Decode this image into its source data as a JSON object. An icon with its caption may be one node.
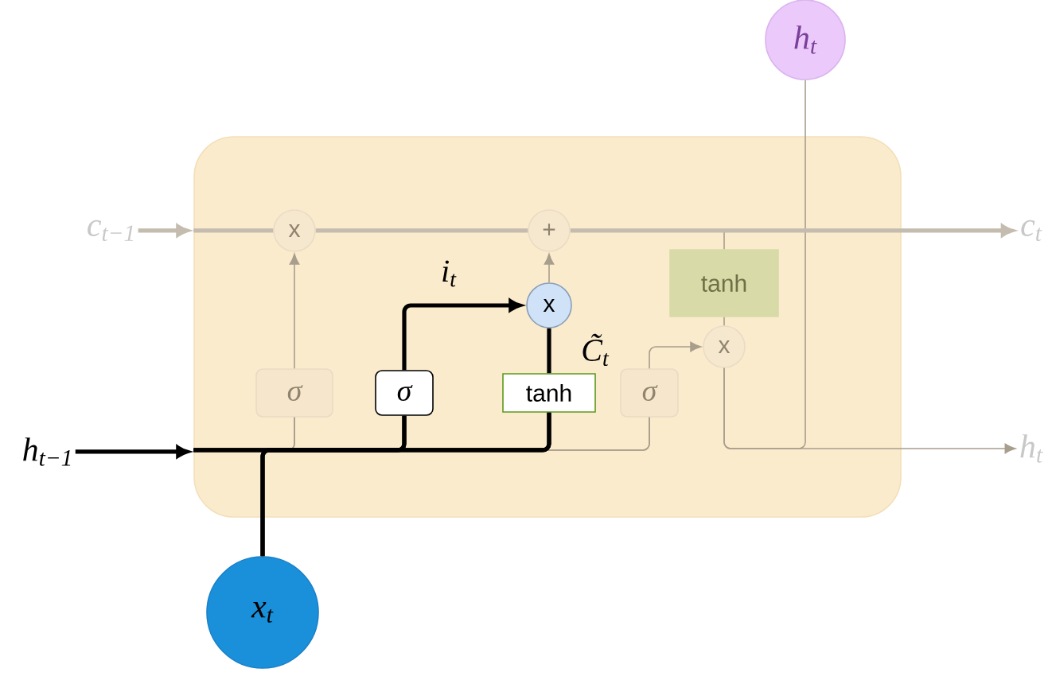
{
  "diagram": {
    "nodes": [
      {
        "text": [],
        "shape": "box"
      },
      {
        "text": [
          "c$_{t−1}$"
        ]
      },
      {
        "text": [
          "x"
        ],
        "in": 0
      },
      {
        "text": [
          "+"
        ],
        "in": 0
      },
      {
        "text": [
          "c$_{t}$"
        ]
      },
      {
        "text": [
          "h$_{t}$"
        ]
      },
      {
        "text": [
          "σ"
        ],
        "in": 0
      },
      {
        "text": [
          "σ"
        ],
        "in": 0
      },
      {
        "text": [
          "tanh"
        ],
        "in": 0
      },
      {
        "text": [
          "x"
        ],
        "in": 0
      },
      {
        "text": [
          "σ"
        ],
        "in": 0
      },
      {
        "text": [
          "tanh"
        ],
        "in": 0
      },
      {
        "text": [
          "x"
        ],
        "in": 0
      },
      {
        "text": [
          "h$_{t}$"
        ]
      },
      {
        "text": [
          "h$_{t−1}$"
        ]
      },
      {
        "text": [
          "x$_{t}$"
        ]
      }
    ],
    "edges": [
      {
        "from": 1,
        "to": 0,
        "arrow": "to",
        "style": "thick",
        "color": "#c4bcae"
      },
      {
        "from": 0,
        "to": 2,
        "arrow": "none",
        "style": "thick",
        "color": "#c4bcae"
      },
      {
        "from": 2,
        "to": 3,
        "arrow": "none",
        "style": "thick",
        "color": "#c4bcae"
      },
      {
        "from": 3,
        "to": 4,
        "arrow": "to",
        "style": "thick",
        "color": "#c4bcae"
      },
      {
        "from": 6,
        "to": 2,
        "arrow": "to"
      },
      {
        "from": 9,
        "to": 3,
        "arrow": "to"
      },
      {
        "from": 7,
        "to": 9,
        "arrow": "to",
        "style": "thick",
        "color": "#000000",
        "label": "i$_{t}$"
      },
      {
        "from": 8,
        "to": 9,
        "arrow": "none",
        "style": "thick",
        "color": "#000000",
        "label": "C̃$_{t}$"
      },
      {
        "from": 14,
        "to": 0,
        "arrow": "to",
        "style": "thick",
        "color": "#000000"
      },
      {
        "from": 0,
        "to": 6,
        "arrow": "none"
      },
      {
        "from": 0,
        "to": 7,
        "arrow": "none",
        "style": "thick",
        "color": "#000000"
      },
      {
        "from": 0,
        "to": 8,
        "arrow": "none",
        "style": "thick",
        "color": "#000000"
      },
      {
        "from": 0,
        "to": 10,
        "arrow": "none"
      },
      {
        "from": 15,
        "to": 6,
        "arrow": "none"
      },
      {
        "from": 15,
        "to": 7,
        "arrow": "none",
        "style": "thick",
        "color": "#000000"
      },
      {
        "from": 15,
        "to": 8,
        "arrow": "none",
        "style": "thick",
        "color": "#000000"
      },
      {
        "from": 15,
        "to": 10,
        "arrow": "none"
      },
      {
        "from": 10,
        "to": 12,
        "arrow": "to"
      },
      {
        "from": 11,
        "to": 12,
        "arrow": "none"
      },
      {
        "from": null,
        "to": 11,
        "arrow": "none"
      },
      {
        "from": 12,
        "to": 13,
        "arrow": "to"
      },
      {
        "from": 12,
        "to": 5,
        "arrow": "none"
      }
    ]
  }
}
